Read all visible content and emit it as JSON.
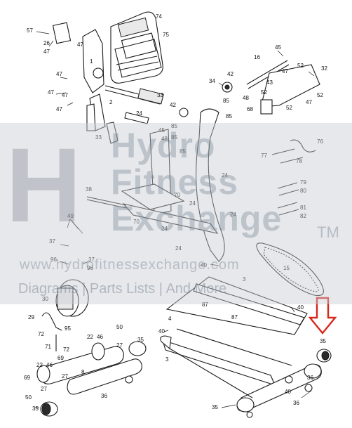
{
  "watermark": {
    "logo_letter": "H",
    "line1": "Hydro",
    "line2": "Fitness",
    "line3": "Exchange",
    "trademark": "TM",
    "url": "www.hydrofitnessexchange.com",
    "tagline": "Diagrams | Parts Lists | And More"
  },
  "callouts": {
    "c74": "74",
    "c75": "75",
    "c57": "57",
    "c26": "26",
    "c47a": "47",
    "c47b": "47",
    "c47c": "47",
    "c47d": "47",
    "c47e": "47",
    "c47f": "47",
    "c47g": "47",
    "c47h": "47",
    "c1": "1",
    "c2": "2",
    "c33a": "33",
    "c33b": "33",
    "c45a": "45",
    "c45b": "45",
    "c16": "16",
    "c32": "32",
    "c52a": "52",
    "c52b": "52",
    "c52c": "52",
    "c52d": "52",
    "c43": "43",
    "c68": "68",
    "c34": "34",
    "c42a": "42",
    "c42b": "42",
    "c85a": "85",
    "c85b": "85",
    "c85c": "85",
    "c85d": "85",
    "c85e": "85",
    "c48a": "48",
    "c48b": "48",
    "c24a": "24",
    "c24b": "24",
    "c24c": "24",
    "c24d": "24",
    "c24e": "24",
    "c24f": "24",
    "c76": "76",
    "c77": "77",
    "c78": "78",
    "c79": "79",
    "c80": "80",
    "c81": "81",
    "c82": "82",
    "c38": "38",
    "c70a": "70",
    "c70b": "70",
    "c49": "49",
    "c37a": "37",
    "c37b": "37",
    "c96a": "96",
    "c96b": "96",
    "c15": "15",
    "c40a": "40",
    "c40b": "40",
    "c40c": "40",
    "c40d": "40",
    "c3a": "3",
    "c3b": "3",
    "c87a": "87",
    "c87b": "87",
    "c30": "30",
    "c29": "29",
    "c95": "95",
    "c72a": "72",
    "c72b": "72",
    "c71": "71",
    "c69a": "69",
    "c69b": "69",
    "c46a": "46",
    "c46b": "46",
    "c22a": "22",
    "c22b": "22",
    "c50a": "50",
    "c50b": "50",
    "c27a": "27",
    "c27b": "27",
    "c27c": "27",
    "c8": "8",
    "c4": "4",
    "c35a": "35",
    "c35b": "35",
    "c35c": "35",
    "c35d": "35",
    "c36a": "36",
    "c36b": "36",
    "c36c": "36"
  },
  "highlight_arrow": {
    "color": "#d8261c",
    "target_callout": "35"
  }
}
